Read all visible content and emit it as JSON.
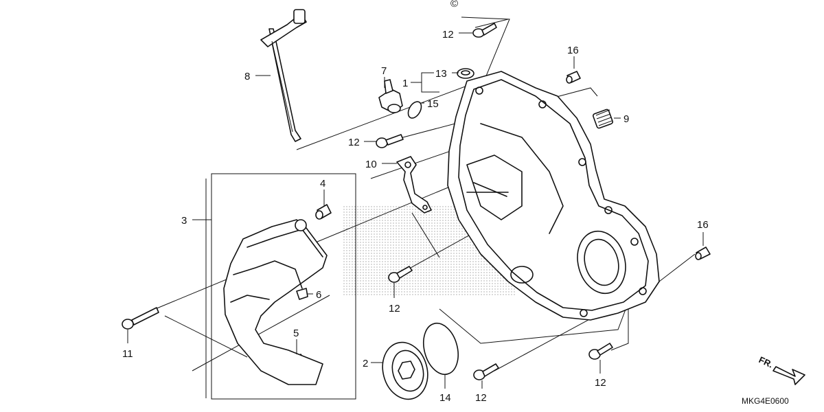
{
  "callouts": [
    {
      "id": "c1",
      "text": "1"
    },
    {
      "id": "c2",
      "text": "2"
    },
    {
      "id": "c3",
      "text": "3"
    },
    {
      "id": "c4",
      "text": "4"
    },
    {
      "id": "c5",
      "text": "5"
    },
    {
      "id": "c6",
      "text": "6"
    },
    {
      "id": "c7",
      "text": "7"
    },
    {
      "id": "c8",
      "text": "8"
    },
    {
      "id": "c9",
      "text": "9"
    },
    {
      "id": "c10",
      "text": "10"
    },
    {
      "id": "c11",
      "text": "11"
    },
    {
      "id": "c12a",
      "text": "12"
    },
    {
      "id": "c12b",
      "text": "12"
    },
    {
      "id": "c12c",
      "text": "12"
    },
    {
      "id": "c12d",
      "text": "12"
    },
    {
      "id": "c12e",
      "text": "12"
    },
    {
      "id": "c13",
      "text": "13"
    },
    {
      "id": "c14",
      "text": "14"
    },
    {
      "id": "c15",
      "text": "15"
    },
    {
      "id": "c16a",
      "text": "16"
    },
    {
      "id": "c16b",
      "text": "16"
    }
  ],
  "diagram_code": "MKG4E0600",
  "front_label": "FR.",
  "top_mark": "©"
}
